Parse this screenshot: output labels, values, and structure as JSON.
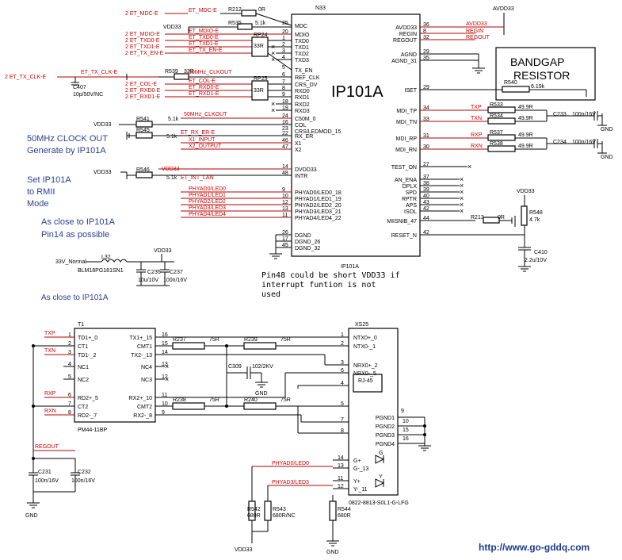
{
  "chip": {
    "ref": "N33",
    "name": "IP101A",
    "bottom_label": "IP101A",
    "left_pins": [
      {
        "num": "25",
        "name": "MDC",
        "net": "2 ET_MDC-E",
        "res": "R212",
        "val": "0R"
      },
      {
        "num": "20",
        "name": "MDIO",
        "net": "2 ET_MDIO-E",
        "res": "R535",
        "val": "5.1k"
      },
      {
        "num": "1",
        "name": "TXD0",
        "net": "2 ET_TXD0-E",
        "res": "RP24",
        "val": "33R"
      },
      {
        "num": "2",
        "name": "TXD1",
        "net": "2 ET_TXD1-E",
        "res": "",
        "val": ""
      },
      {
        "num": "3",
        "name": "TXD2",
        "net": "2 ET_TX_EN-E",
        "res": "",
        "val": ""
      },
      {
        "num": "4",
        "name": "TXD3",
        "net": "",
        "res": "",
        "val": ""
      },
      {
        "num": "5",
        "name": "TX_EN",
        "net": "",
        "res": "",
        "val": ""
      },
      {
        "num": "6",
        "name": "REF_CLK",
        "net": "ET_TX_CLK-E",
        "res": "R539",
        "val": "33R"
      },
      {
        "num": "7",
        "name": "CRS_DV",
        "net": "2 ET_COL-E",
        "res": "RP25",
        "val": "33R"
      },
      {
        "num": "8",
        "name": "RXD0",
        "net": "2 ET_RXD0-E",
        "res": "",
        "val": ""
      },
      {
        "num": "9",
        "name": "RXD1",
        "net": "2 ET_RXD1-E",
        "res": "",
        "val": ""
      },
      {
        "num": "18",
        "name": "RXD2",
        "net": "",
        "res": "",
        "val": ""
      },
      {
        "num": "19",
        "name": "RXD3",
        "net": "",
        "res": "",
        "val": ""
      },
      {
        "num": "24",
        "name": "C50M_0",
        "net": "50MHz_CLKOUT",
        "res": "",
        "val": ""
      },
      {
        "num": "16",
        "name": "COL",
        "net": "",
        "res": "R541",
        "val": "5.1k"
      },
      {
        "num": "23",
        "name": "CRS/LEDMOD_15",
        "net": "",
        "res": "",
        "val": ""
      },
      {
        "num": "22",
        "name": "RX_ER",
        "net": "ET_RX_ER-E",
        "res": "R545",
        "val": "5.1k"
      },
      {
        "num": "46",
        "name": "X1",
        "net": "X1_INPUT",
        "res": "",
        "val": ""
      },
      {
        "num": "47",
        "name": "X2",
        "net": "X2_OUTPUT",
        "res": "",
        "val": ""
      }
    ],
    "left_pins2": [
      {
        "num": "14",
        "name": "DVDD33",
        "net": "VDD33"
      },
      {
        "num": "48",
        "name": "INTR",
        "net": "ET_INT_LAN"
      },
      {
        "num": "9",
        "name": "PHYAD0/LED0_18",
        "net": "PHYAD0/LED0"
      },
      {
        "num": "10",
        "name": "PHYAD1/LED1_19",
        "net": "PHYAD1/LED1"
      },
      {
        "num": "12",
        "name": "PHYAD2/LED2_20",
        "net": "PHYAD2/LED2"
      },
      {
        "num": "13",
        "name": "PHYAD3/LED3_21",
        "net": "PHYAD3/LED3"
      },
      {
        "num": "11",
        "name": "PHYAD4/LED4_22",
        "net": "PHYAD4/LED4"
      },
      {
        "num": "26",
        "name": "DGND",
        "net": ""
      },
      {
        "num": "17",
        "name": "DGND_26",
        "net": ""
      },
      {
        "num": "45",
        "name": "DGND_32",
        "net": ""
      }
    ],
    "right_pins": [
      {
        "num": "36",
        "name": "AVDD33",
        "net": "AVDD33"
      },
      {
        "num": "8",
        "name": "REGIN",
        "net": "REGIN"
      },
      {
        "num": "32",
        "name": "REGOUT",
        "net": "REGOUT"
      },
      {
        "num": "29",
        "name": "AGND",
        "net": ""
      },
      {
        "num": "35",
        "name": "AGND_31",
        "net": ""
      },
      {
        "num": "29",
        "name": "ISET",
        "net": ""
      },
      {
        "num": "34",
        "name": "MDI_TP",
        "net": "TXP"
      },
      {
        "num": "33",
        "name": "MDI_TN",
        "net": "TXN"
      },
      {
        "num": "31",
        "name": "MDI_RP",
        "net": "RXP"
      },
      {
        "num": "30",
        "name": "MDI_RN",
        "net": "RXN"
      },
      {
        "num": "27",
        "name": "TEST_ON",
        "net": ""
      },
      {
        "num": "37",
        "name": "AN_ENA",
        "net": ""
      },
      {
        "num": "38",
        "name": "DPLX",
        "net": ""
      },
      {
        "num": "39",
        "name": "SPD",
        "net": ""
      },
      {
        "num": "40",
        "name": "RPTR",
        "net": ""
      },
      {
        "num": "43",
        "name": "APS",
        "net": ""
      },
      {
        "num": "42",
        "name": "ISOL",
        "net": ""
      },
      {
        "num": "44",
        "name": "MIISNIB_47",
        "net": ""
      },
      {
        "num": "42",
        "name": "RESET_N",
        "net": ""
      }
    ]
  },
  "labels": {
    "avdd33": "AVDD33",
    "vdd33": "VDD33",
    "gnd": "GND",
    "bandgap": "BANDGAP",
    "resistor": "RESISTOR",
    "r540": "R540",
    "r540v": "6.19k",
    "r533": "R533",
    "r534": "R534",
    "r537": "R537",
    "r538": "R538",
    "r49": "49.9R",
    "c233": "C233",
    "c233v": "100n/16V",
    "c234": "C234",
    "c234v": "100n/16V",
    "r213": "R213",
    "r213v": "0R",
    "r548": "R548",
    "r548v": "4.7k",
    "c410": "C410",
    "c410v": "2.2u/10V",
    "c407": "C407",
    "c407v": "10p/50V/NC",
    "et_tx_clk": "2 ET_TX_CLK-E",
    "et_tx_clk2": "ET_TX_CLK-E",
    "clkout": "50MHz_CLKOUT",
    "note_clock1": "50MHz CLOCK OUT",
    "note_clock2": "Generate by IP101A",
    "note_rmii1": "Set IP101A",
    "note_rmii2": "to RMII",
    "note_rmii3": "Mode",
    "note_close1": "As close to IP101A",
    "note_close2": "Pin14 as possible",
    "note_pin48a": "Pin48 could be short VDD33 if",
    "note_pin48b": "interrupt funtion is not",
    "note_pin48c": "used",
    "r546": "R546",
    "r546v": "5.1k",
    "vdd33_red": "VDD33",
    "et_int": "ET_INT_LAN",
    "l32": "L32",
    "l32part": "BLM18PG181SN1",
    "v33normal": "33V_Normal",
    "c235": "C235",
    "c235v": "10u/10V",
    "c237": "C237",
    "c237v": "100n/16V",
    "truncated": "As close to IP101A",
    "t1": "T1",
    "t1part": "PM44-11BP",
    "txp": "TXP",
    "txn": "TXN",
    "rxp": "RXP",
    "rxn": "RXN",
    "regout": "REGOUT",
    "c231": "C231",
    "c231v": "100n/16V",
    "c232": "C232",
    "c232v": "100n/16V",
    "r237": "R237",
    "r238": "R238",
    "r239": "R239",
    "r240": "R240",
    "r75": "75R",
    "c309": "C309",
    "c309v": "102/2KV",
    "xs25": "XS25",
    "rj45": "RJ-45",
    "xs25part": "0822-8813-S0L1-G-LFG",
    "phyad0": "PHYAD0/LED0",
    "phyad3": "PHYAD3/LED3",
    "r542": "R542",
    "r542v": "680R",
    "r543": "R543",
    "r543v": "680R/NC",
    "r544": "R544",
    "r544v": "680R",
    "g": "G",
    "y": "Y",
    "url": "http://www.go-gddq.com"
  },
  "t1_pins": {
    "left": [
      {
        "num": "1",
        "name": "TD1+_0"
      },
      {
        "num": "2",
        "name": "CT1"
      },
      {
        "num": "3",
        "name": "TD1-_2"
      },
      {
        "num": "4",
        "name": "NC1"
      },
      {
        "num": "5",
        "name": "NC2"
      },
      {
        "num": "6",
        "name": "RD2+_5"
      },
      {
        "num": "7",
        "name": "CT2"
      },
      {
        "num": "8",
        "name": "RD2-_7"
      }
    ],
    "right": [
      {
        "num": "16",
        "name": "TX1+_15"
      },
      {
        "num": "15",
        "name": "CMT1"
      },
      {
        "num": "14",
        "name": "TX2-_13"
      },
      {
        "num": "13",
        "name": "NC4"
      },
      {
        "num": "12",
        "name": "NC3"
      },
      {
        "num": "11",
        "name": "RX2+_10"
      },
      {
        "num": "10",
        "name": "CMT2"
      },
      {
        "num": "9",
        "name": "RX2-_8"
      }
    ]
  },
  "xs25_pins": {
    "left": [
      {
        "num": "1",
        "name": "NTX0+_0"
      },
      {
        "num": "2",
        "name": "NTX0-_1"
      },
      {
        "num": "3",
        "name": "NRX0+_2"
      },
      {
        "num": "6",
        "name": "NRX0-_5"
      },
      {
        "num": "4",
        "name": ""
      },
      {
        "num": "5",
        "name": ""
      },
      {
        "num": "7",
        "name": ""
      },
      {
        "num": "8",
        "name": ""
      }
    ],
    "right": [
      {
        "num": "9",
        "name": "PGND1"
      },
      {
        "num": "10",
        "name": "PGND2"
      },
      {
        "num": "15",
        "name": "PGND3"
      },
      {
        "num": "16",
        "name": "PGND4"
      }
    ],
    "leds": [
      {
        "num": "14",
        "name": "G+"
      },
      {
        "num": "13",
        "name": "G-_13"
      },
      {
        "num": "11",
        "name": "Y+"
      },
      {
        "num": "12",
        "name": "Y-_11"
      }
    ]
  }
}
